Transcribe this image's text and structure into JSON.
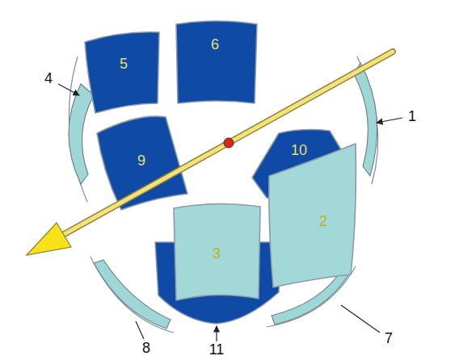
{
  "diagram": {
    "nodes": [
      {
        "text": [
          "5"
        ]
      },
      {
        "text": [
          "6"
        ]
      },
      {
        "text": [
          "9"
        ]
      },
      {
        "text": [
          "10"
        ]
      },
      {
        "text": [
          "2"
        ]
      },
      {
        "text": [
          "3"
        ]
      }
    ],
    "labels": [
      "4",
      "1",
      "8",
      "11",
      "7"
    ]
  }
}
